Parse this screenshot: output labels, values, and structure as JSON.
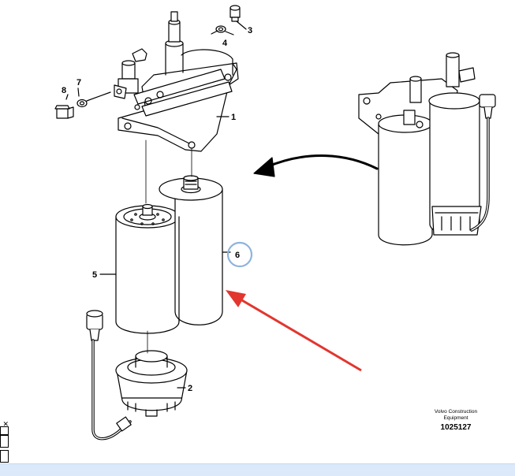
{
  "diagram": {
    "callouts": [
      {
        "id": "1",
        "label": "1"
      },
      {
        "id": "2",
        "label": "2"
      },
      {
        "id": "3",
        "label": "3"
      },
      {
        "id": "4",
        "label": "4"
      },
      {
        "id": "5",
        "label": "5"
      },
      {
        "id": "6",
        "label": "6"
      },
      {
        "id": "7",
        "label": "7"
      },
      {
        "id": "8",
        "label": "8"
      }
    ],
    "highlighted_callout": "6",
    "credit": {
      "line1": "Volvo Construction",
      "line2": "Equipment",
      "drawing_number": "1025127"
    },
    "colors": {
      "linework": "#000000",
      "highlight_circle": "#8fb4dc",
      "arrow": "#e2362f",
      "bottom_bar": "#dbe9fb"
    }
  }
}
